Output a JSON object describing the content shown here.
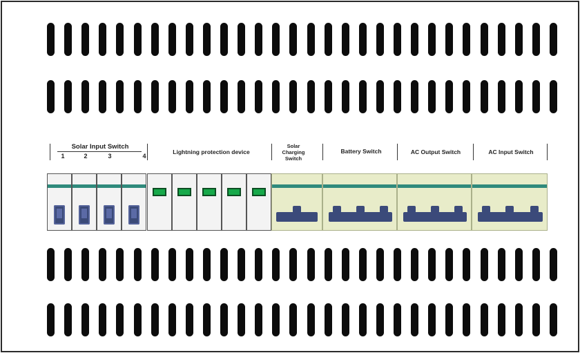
{
  "labels": {
    "solar_input_switch": "Solar Input Switch",
    "solar_input_numbers": [
      "1",
      "2",
      "3",
      "4"
    ],
    "lightning_protection": "Lightning protection device",
    "solar_charging_switch": [
      "Solar",
      "Charging",
      "Switch"
    ],
    "battery_switch": "Battery Switch",
    "ac_output_switch": "AC Output Switch",
    "ac_input_switch": "AC Input Switch"
  },
  "colors": {
    "teal_bar": "#2f8a7c",
    "indicator_green": "#17a94a",
    "breaker_blue": "#3b4a78",
    "cream_module": "#e8ecc9",
    "vent_slot": "#0c0c0c"
  },
  "vent_rows": 4,
  "slots_per_row": 30
}
